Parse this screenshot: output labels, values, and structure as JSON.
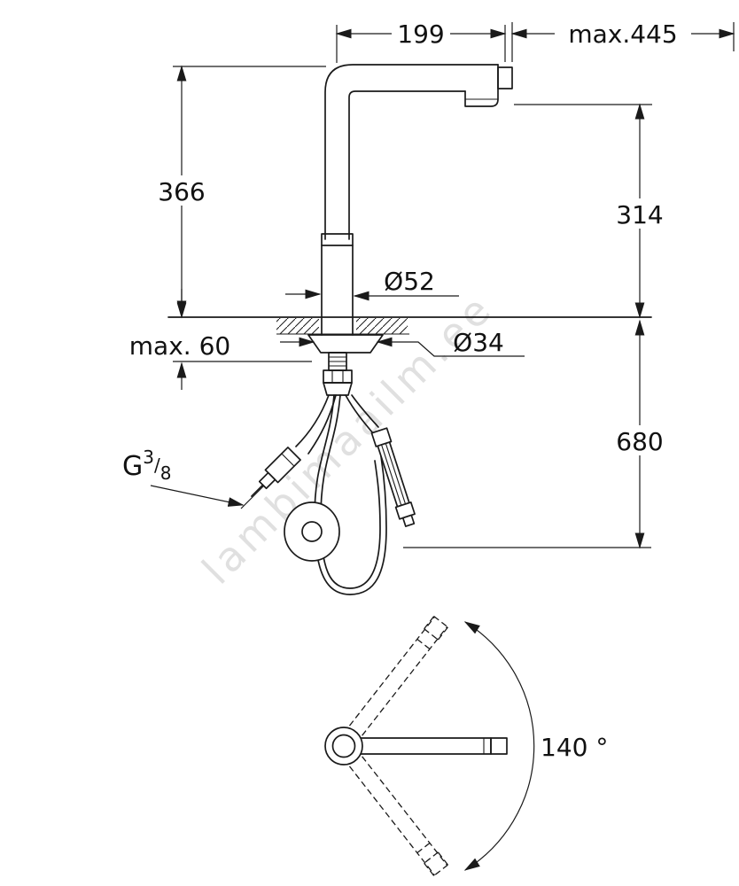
{
  "drawing": {
    "type": "technical-dimension-diagram",
    "subject": "pull-out kitchen faucet installation drawing",
    "line_color": "#1a1a1a",
    "watermark": {
      "text": "lambimaailm.ee",
      "color": "#c7c7c7"
    },
    "dimensions": {
      "spout_reach": "199",
      "pullout_max": "max.445",
      "height_left": "366",
      "height_right": "314",
      "spout_diameter": "Ø52",
      "counter_max_thickness": "max. 60",
      "hole_diameter": "Ø34",
      "below_counter_length": "680",
      "thread": {
        "g": "G",
        "numerator": "3",
        "slash": "/",
        "denominator": "8"
      },
      "swivel_angle": "140 °"
    }
  }
}
